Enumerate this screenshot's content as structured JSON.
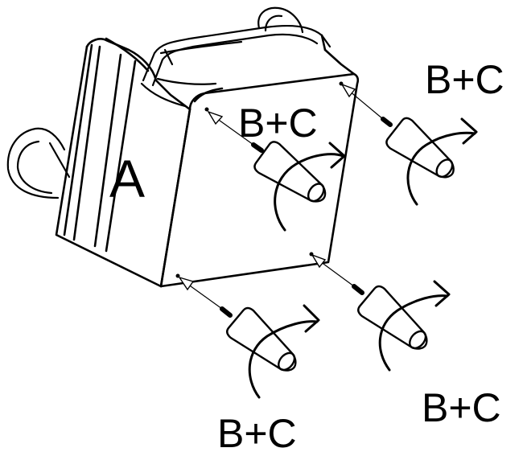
{
  "part_label": "A",
  "screw_labels": [
    "B+C",
    "B+C",
    "B+C",
    "B+C"
  ],
  "colors": {
    "ink": "#000000",
    "background": "#ffffff"
  }
}
